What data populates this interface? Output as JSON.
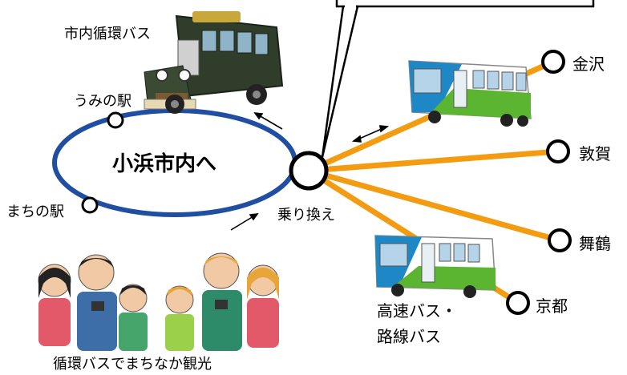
{
  "loop": {
    "center_label": "小浜市内へ",
    "top_caption": "市内循環バス",
    "stop_north": "うみの駅",
    "stop_west": "まちの駅"
  },
  "transfer": {
    "label": "乗り換え"
  },
  "destinations": [
    {
      "key": "kanazawa",
      "label": "金沢"
    },
    {
      "key": "tsuruga",
      "label": "敦賀"
    },
    {
      "key": "maizuru",
      "label": "舞鶴"
    },
    {
      "key": "kyoto",
      "label": "京都"
    }
  ],
  "highway_bus_caption": [
    "高速バス・",
    "路線バス"
  ],
  "tourists_caption": "循環バスでまちなか観光",
  "colors": {
    "loop_line": "#1f4ea3",
    "route_line": "#f39c12",
    "bus_green": "#5cb531",
    "bus_blue": "#1e88c7",
    "retro_bus": "#2f3d2a"
  },
  "icons": [
    "retro-bus-icon",
    "highway-bus-icon",
    "route-bus-icon",
    "tourists-illustration"
  ]
}
